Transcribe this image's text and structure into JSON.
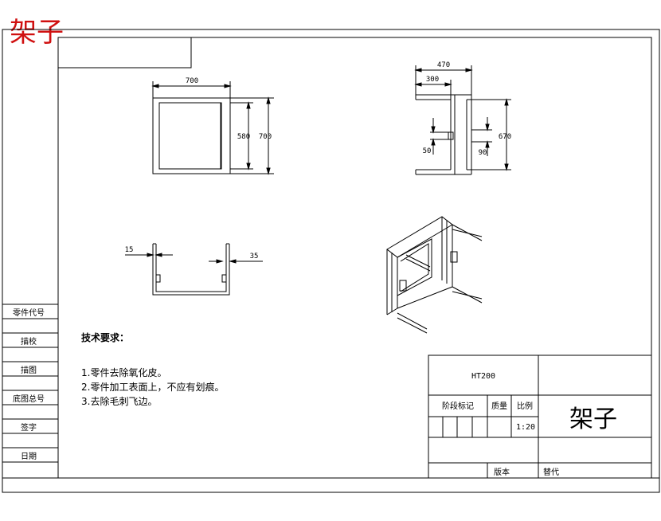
{
  "corner_title": "架子",
  "part_title": "架子",
  "front_view": {
    "width_dim": "700",
    "inner_height_dim": "580",
    "height_dim": "700"
  },
  "side_view": {
    "top_dim": "470",
    "inner_dim": "300",
    "height_dim": "670",
    "small_dim": "50",
    "mid_dim": "90"
  },
  "section_view": {
    "left_dim": "15",
    "right_dim": "35"
  },
  "tech_requirements": {
    "heading": "技术要求：",
    "items": [
      "1.零件去除氧化皮。",
      "2.零件加工表面上，不应有划痕。",
      "3.去除毛刺飞边。"
    ]
  },
  "left_strip": {
    "labels": [
      "零件代号",
      "描校",
      "描图",
      "底图总号",
      "签字",
      "日期"
    ]
  },
  "title_block": {
    "material": "HT200",
    "stage_mark": "阶段标记",
    "mass": "质量",
    "scale_label": "比例",
    "scale_value": "1:20",
    "version": "版本",
    "replace": "替代"
  },
  "colors": {
    "title_red": "#d01010",
    "line": "#000000"
  }
}
